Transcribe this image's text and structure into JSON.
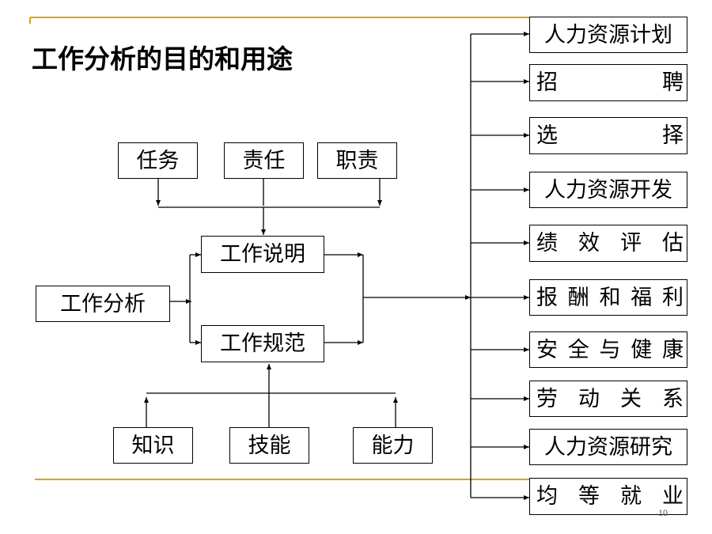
{
  "slide": {
    "title": "工作分析的目的和用途",
    "page_number": "10",
    "accent_color": "#E0A010"
  },
  "diagram": {
    "top_inputs": [
      "任务",
      "责任",
      "职责"
    ],
    "source": "工作分析",
    "outputs": [
      "工作说明",
      "工作规范"
    ],
    "bottom_inputs": [
      "知识",
      "技能",
      "能力"
    ],
    "uses": [
      [
        "人力资源计划"
      ],
      [
        "招",
        "聘"
      ],
      [
        "选",
        "择"
      ],
      [
        "人力资源开发"
      ],
      [
        "绩",
        "效",
        "评",
        "估"
      ],
      [
        "报",
        "酬",
        "和",
        "福",
        "利"
      ],
      [
        "安",
        "全",
        "与",
        "健",
        "康"
      ],
      [
        "劳",
        "动",
        "关",
        "系"
      ],
      [
        "人力资源研究"
      ],
      [
        "均",
        "等",
        "就",
        "业"
      ]
    ]
  }
}
